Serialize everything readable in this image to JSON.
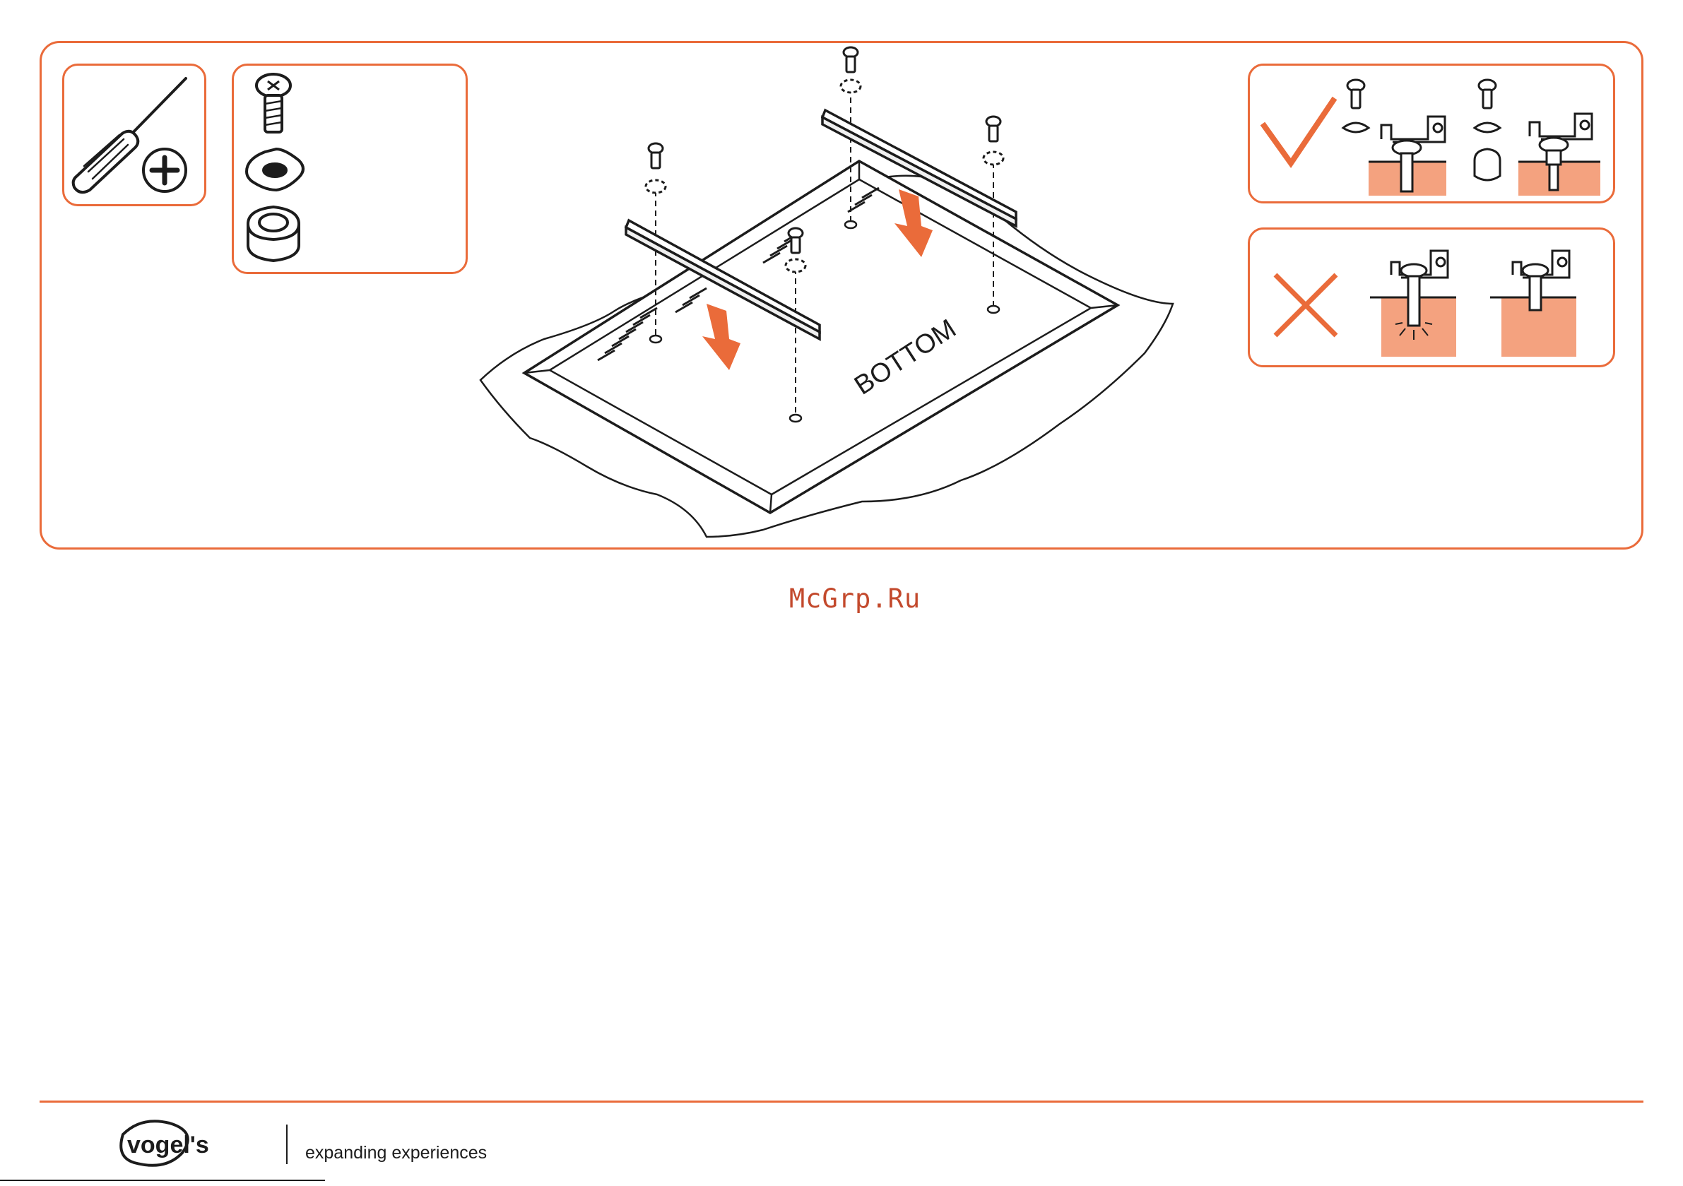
{
  "diagram": {
    "panel_label": "BOTTOM"
  },
  "watermark": {
    "text": "McGrp.Ru"
  },
  "footer": {
    "brand": "vogel's",
    "tagline": "expanding experiences"
  },
  "colors": {
    "accent": "#ea6b3a",
    "accent_fill": "#f4a27f",
    "ink": "#1c1c1c"
  },
  "icons": {
    "tool": "phillips-screwdriver-icon",
    "screw": "screw-icon",
    "washer": "washer-icon",
    "spacer": "spacer-icon",
    "correct": "checkmark-icon",
    "incorrect": "cross-icon"
  }
}
